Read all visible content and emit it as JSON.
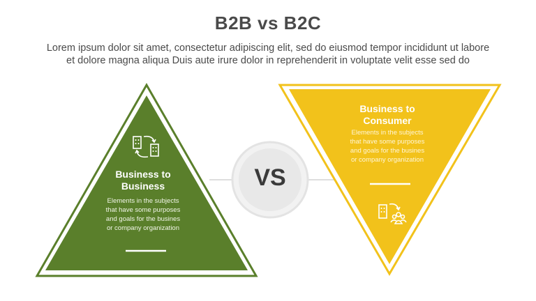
{
  "title": "B2B vs B2C",
  "subtitle_line1": "Lorem ipsum dolor sit amet, consectetur adipiscing elit, sed do eiusmod tempor incididunt ut labore",
  "subtitle_line2": "et dolore magna aliqua Duis aute irure dolor in reprehenderit in voluptate velit esse sed do",
  "vs_label": "VS",
  "left": {
    "heading_line1": "Business to",
    "heading_line2": "Business",
    "desc_lines": [
      "Elements in the subjects",
      "that have some purposes",
      "and goals for the busines",
      "or company organization"
    ],
    "icon": "buildings-exchange-icon",
    "color": "#5a7f2b"
  },
  "right": {
    "heading_line1": "Business to",
    "heading_line2": "Consumer",
    "desc_lines": [
      "Elements in the subjects",
      "that have some purposes",
      "and goals for the busines",
      "or company organization"
    ],
    "icon": "building-to-people-icon",
    "color": "#f2c21b"
  }
}
